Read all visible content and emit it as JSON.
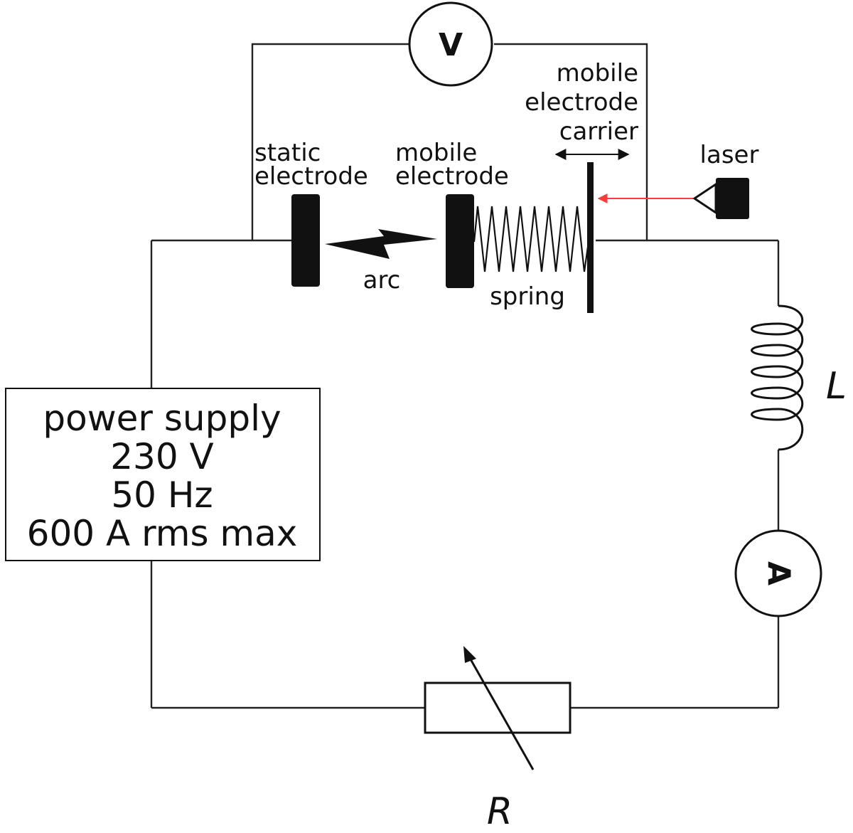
{
  "labels": {
    "voltmeter": "V",
    "ammeter": "A",
    "static_electrode": [
      "static",
      "electrode"
    ],
    "mobile_electrode": [
      "mobile",
      "electrode"
    ],
    "mobile_electrode_carrier": [
      "mobile",
      "electrode",
      "carrier"
    ],
    "laser": "laser",
    "arc": "arc",
    "spring": "spring",
    "inductor": "L",
    "resistor": "R",
    "power_supply": [
      "power supply",
      "230 V",
      "50 Hz",
      "600 A rms max"
    ]
  },
  "colors": {
    "wire": "#222222",
    "laser_beam": "#ff3b3b",
    "component_fill": "#111111",
    "background": "#ffffff"
  }
}
